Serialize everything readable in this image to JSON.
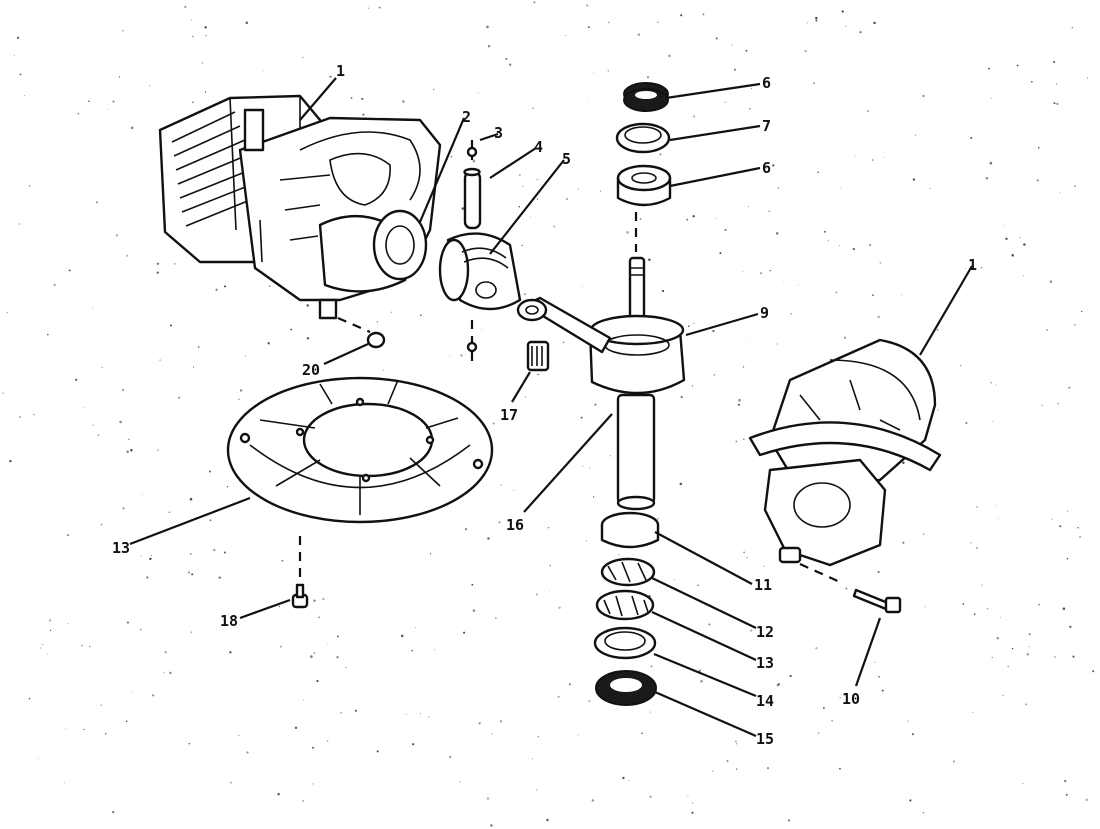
{
  "callouts": [
    {
      "id": "c1a",
      "text": "1"
    },
    {
      "id": "c1b",
      "text": "1"
    },
    {
      "id": "c2",
      "text": "2"
    },
    {
      "id": "c3",
      "text": "3"
    },
    {
      "id": "c4",
      "text": "4"
    },
    {
      "id": "c5",
      "text": "5"
    },
    {
      "id": "c6a",
      "text": "6"
    },
    {
      "id": "c7",
      "text": "7"
    },
    {
      "id": "c6b",
      "text": "6"
    },
    {
      "id": "c9",
      "text": "9"
    },
    {
      "id": "c10",
      "text": "10"
    },
    {
      "id": "c11",
      "text": "11"
    },
    {
      "id": "c12",
      "text": "12"
    },
    {
      "id": "c13a",
      "text": "13"
    },
    {
      "id": "c13b",
      "text": "13"
    },
    {
      "id": "c14",
      "text": "14"
    },
    {
      "id": "c15",
      "text": "15"
    },
    {
      "id": "c16",
      "text": "16"
    },
    {
      "id": "c17",
      "text": "17"
    },
    {
      "id": "c18",
      "text": "18"
    },
    {
      "id": "c20",
      "text": "20"
    }
  ]
}
